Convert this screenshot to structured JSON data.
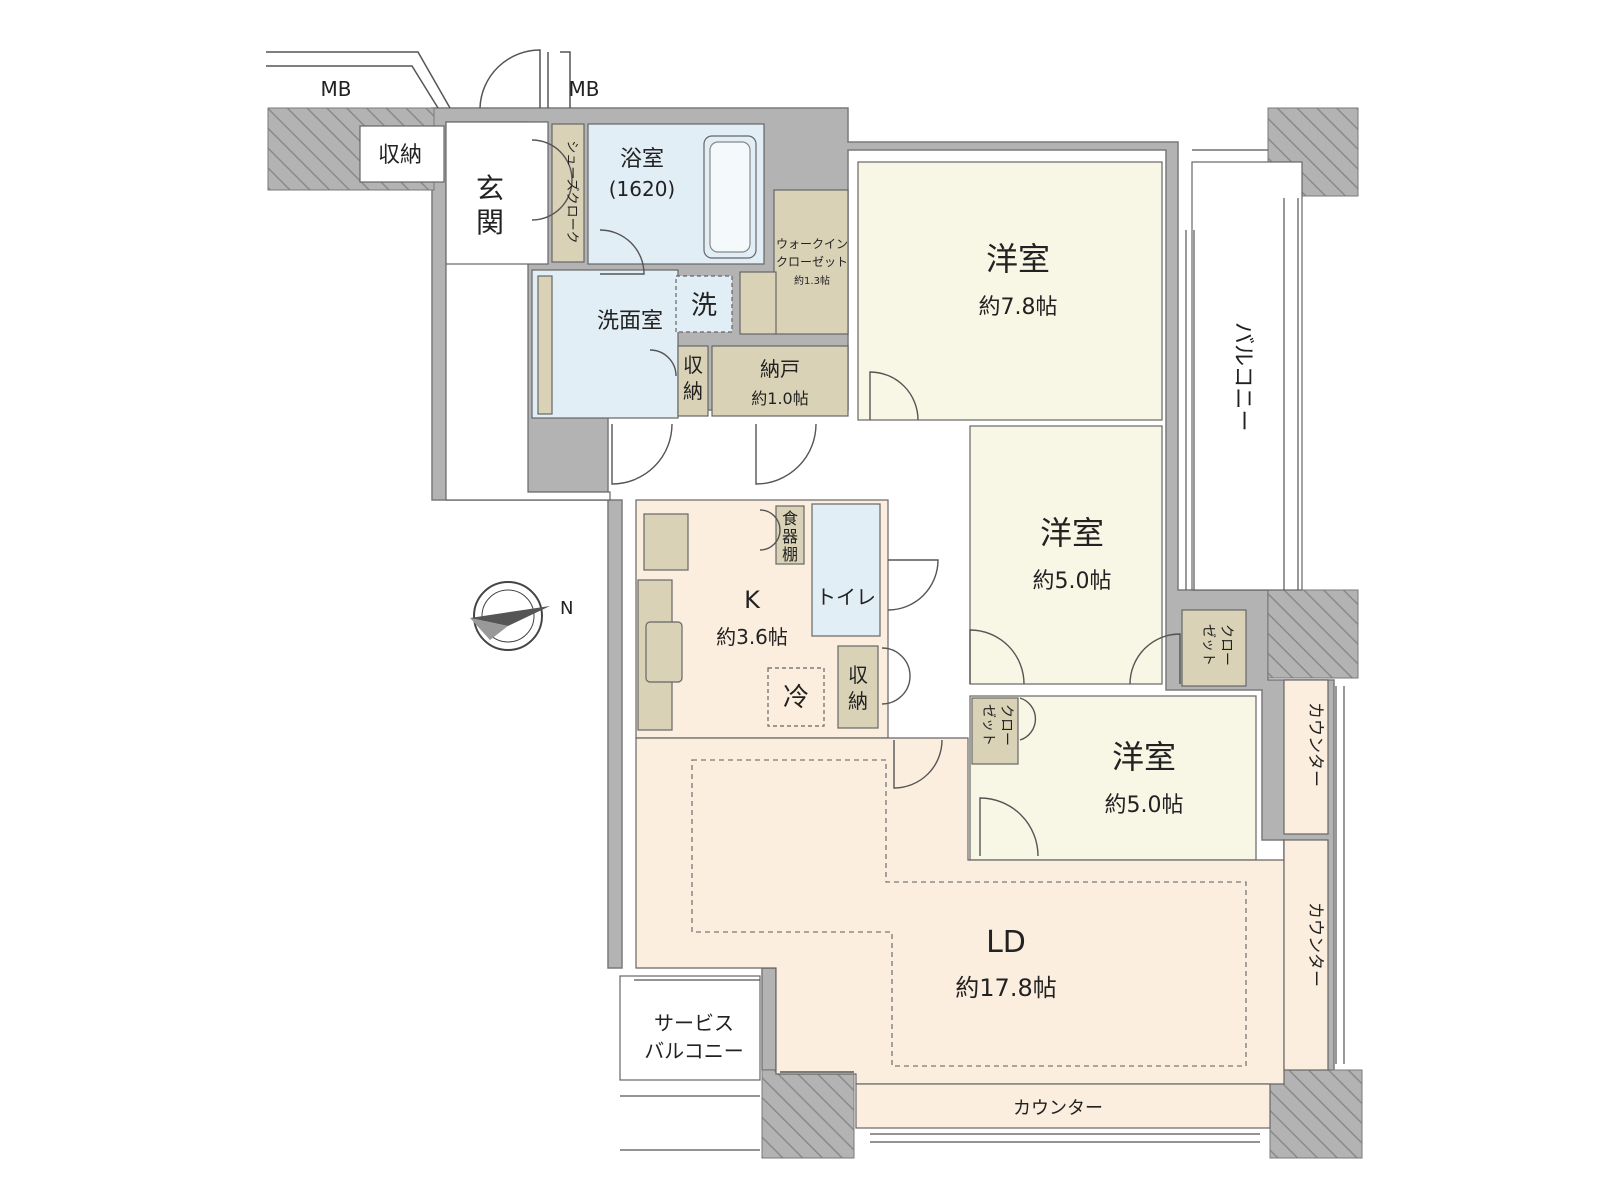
{
  "colors": {
    "wall": "#b3b3b3",
    "wall_outline": "#7a7a7a",
    "living": "#fbeede",
    "bedroom": "#f8f6e4",
    "wet": "#e2eef6",
    "storage": "#d9d2b6",
    "hall": "#ffffff",
    "line": "#555555"
  },
  "labels": {
    "mb_left": "MB",
    "mb_right": "MB",
    "storage_entry": "収納",
    "genkan_1": "玄",
    "genkan_2": "関",
    "shoe_closet": "シューズクローク",
    "bath_1": "浴室",
    "bath_2": "(1620)",
    "washroom": "洗面室",
    "washer": "洗",
    "storage_wash_1": "収",
    "storage_wash_2": "納",
    "wic_1": "ウォークイン",
    "wic_2": "クローゼット",
    "wic_3": "約1.3帖",
    "nando_1": "納戸",
    "nando_2": "約1.0帖",
    "room1_name": "洋室",
    "room1_size": "約7.8帖",
    "room2_name": "洋室",
    "room2_size": "約5.0帖",
    "room3_name": "洋室",
    "room3_size": "約5.0帖",
    "balcony": "バルコニー",
    "closet_a_1": "クロー",
    "closet_a_2": "ゼット",
    "closet_b_1": "クロー",
    "closet_b_2": "ゼット",
    "dish_1": "食",
    "dish_2": "器",
    "dish_3": "棚",
    "toilet": "トイレ",
    "k_name": "K",
    "k_size": "約3.6帖",
    "fridge": "冷",
    "storage_k_1": "収",
    "storage_k_2": "納",
    "ld_name": "LD",
    "ld_size": "約17.8帖",
    "counter_1": "カウンター",
    "counter_2": "カウンター",
    "counter_3": "カウンター",
    "service_1": "サービス",
    "service_2": "バルコニー",
    "compass_n": "N"
  }
}
